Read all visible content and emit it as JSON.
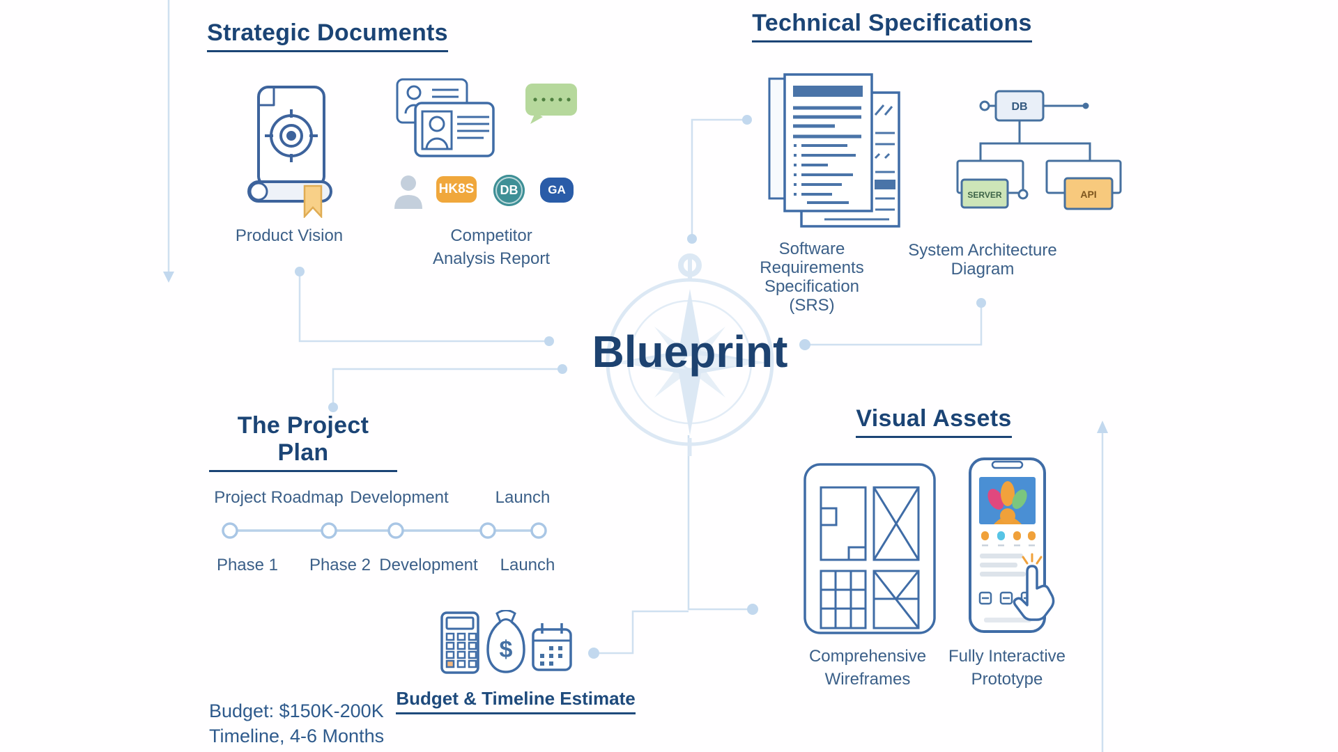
{
  "title": "Blueprint",
  "palette": {
    "heading": "#1b4475",
    "label": "#3b5f88",
    "connector": "#cfe0f0",
    "icon_stroke": "#4470a3"
  },
  "strategic": {
    "heading": "Strategic Documents",
    "product_vision": "Product Vision",
    "competitor_line1": "Competitor",
    "competitor_line2": "Analysis Report",
    "badge_hk": "HK8S",
    "badge_db": "DB",
    "badge_ga": "GA"
  },
  "technical": {
    "heading": "Technical Specifications",
    "srs_line1": "Software Requirements",
    "srs_line2": "Specification",
    "srs_line3": "(SRS)",
    "arch_line1": "System Architecture",
    "arch_line2": "Diagram",
    "box_db": "DB",
    "box_server": "SERVER",
    "box_api": "API"
  },
  "plan": {
    "heading": "The Project Plan",
    "top_labels": [
      "Project Roadmap",
      "Development",
      "Launch"
    ],
    "bottom_labels": [
      "Phase 1",
      "Phase 2",
      "Development",
      "Launch"
    ],
    "budget_heading": "Budget & Timeline Estimate",
    "budget_line": "Budget: $150K-200K",
    "timeline_line": "Timeline, 4-6 Months",
    "money_symbol": "$"
  },
  "visual": {
    "heading": "Visual Assets",
    "wireframes_line1": "Comprehensive",
    "wireframes_line2": "Wireframes",
    "prototype_line1": "Fully Interactive",
    "prototype_line2": "Prototype"
  }
}
